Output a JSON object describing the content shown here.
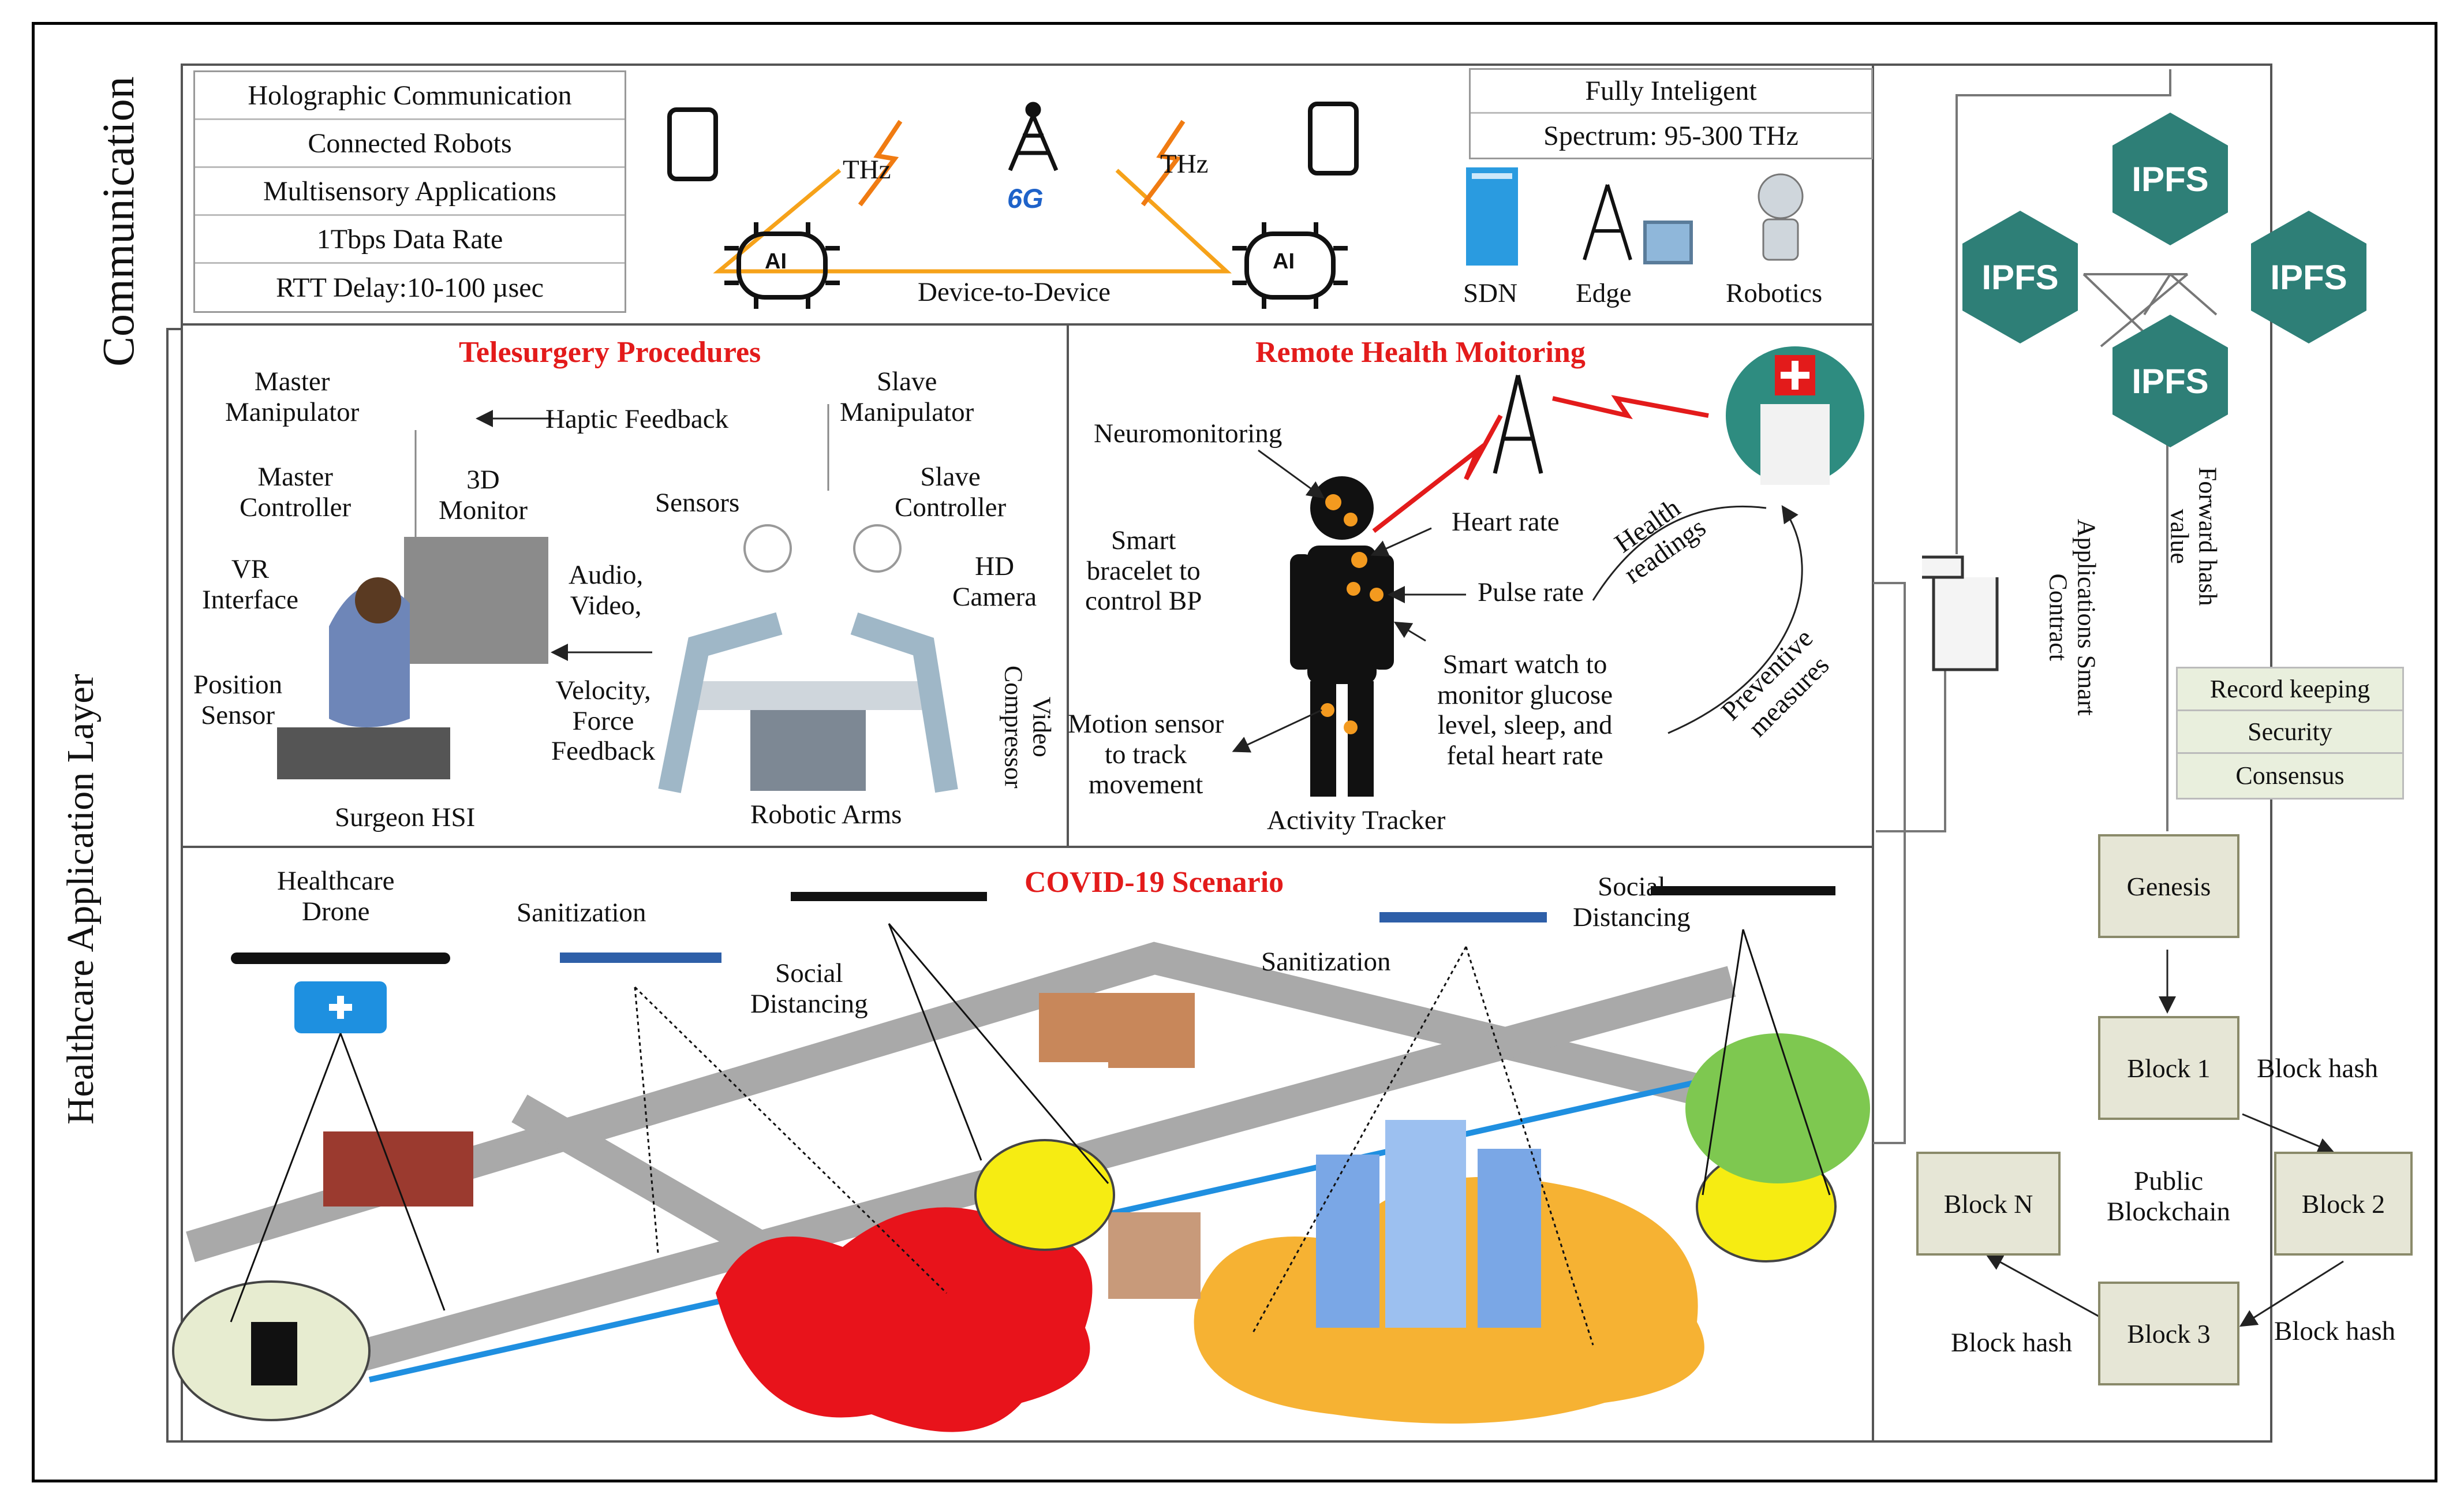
{
  "side_labels": {
    "communication": "Communication",
    "healthcare": "Healthcare Application Layer"
  },
  "comm": {
    "features": [
      "Holographic Communication",
      "Connected Robots",
      "Multisensory Applications",
      "1Tbps Data Rate",
      "RTT Delay:10-100 µsec"
    ],
    "thz_left": "THz",
    "thz_right": "THz",
    "six_g": "6G",
    "d2d": "Device-to-Device",
    "ai": "AI",
    "fully_intelligent": "Fully Inteligent",
    "spectrum": "Spectrum: 95-300 THz",
    "sdn": "SDN",
    "edge": "Edge",
    "robotics": "Robotics"
  },
  "telesurgery": {
    "title": "Telesurgery Procedures",
    "master_manipulator": "Master\nManipulator",
    "haptic": "Haptic Feedback",
    "slave_manipulator": "Slave\nManipulator",
    "master_controller": "Master\nController",
    "monitor": "3D\nMonitor",
    "sensors": "Sensors",
    "slave_controller": "Slave\nController",
    "vr": "VR\nInterface",
    "audio_video": "Audio,\nVideo,",
    "hd_camera": "HD\nCamera",
    "position_sensor": "Position\nSensor",
    "velocity": "Velocity,\nForce\nFeedback",
    "video_compressor": "Video\nCompressor",
    "surgeon_hsi": "Surgeon HSI",
    "robotic_arms": "Robotic Arms"
  },
  "rhm": {
    "title": "Remote Health Moitoring",
    "neuro": "Neuromonitoring",
    "bracelet": "Smart\nbracelet to\ncontrol BP",
    "heart_rate": "Heart rate",
    "pulse_rate": "Pulse rate",
    "watch": "Smart watch to\nmonitor glucose\nlevel, sleep, and\nfetal heart rate",
    "motion": "Motion sensor\nto track\nmovement",
    "activity": "Activity Tracker",
    "health_readings": "Health\nreadings",
    "preventive": "Preventive\nmeasures"
  },
  "covid": {
    "title": "COVID-19 Scenario",
    "drone": "Healthcare\nDrone",
    "sanitization_1": "Sanitization",
    "social_1": "Social\nDistancing",
    "sanitization_2": "Sanitization",
    "social_2": "Social\nDistancing"
  },
  "blockchain": {
    "ipfs": "IPFS",
    "forward_hash": "Forward hash\nvalue",
    "smart_contract": "Applications Smart\nContract",
    "services": [
      "Record keeping",
      "Security",
      "Consensus"
    ],
    "genesis": "Genesis",
    "block1": "Block 1",
    "block2": "Block 2",
    "block3": "Block 3",
    "blockn": "Block N",
    "public": "Public\nBlockchain",
    "hash_1_2": "Block hash",
    "hash_2_3": "Block hash",
    "hash_3_n": "Block hash"
  },
  "colors": {
    "ipfs": "#2e7f77",
    "block_fill": "#e6e6d6",
    "title_red": "#e31b1b",
    "covid_zone": "#e8131b",
    "hospital_zone": "#f6b233",
    "road": "#a9a9a9",
    "water": "#1f8fe0"
  }
}
